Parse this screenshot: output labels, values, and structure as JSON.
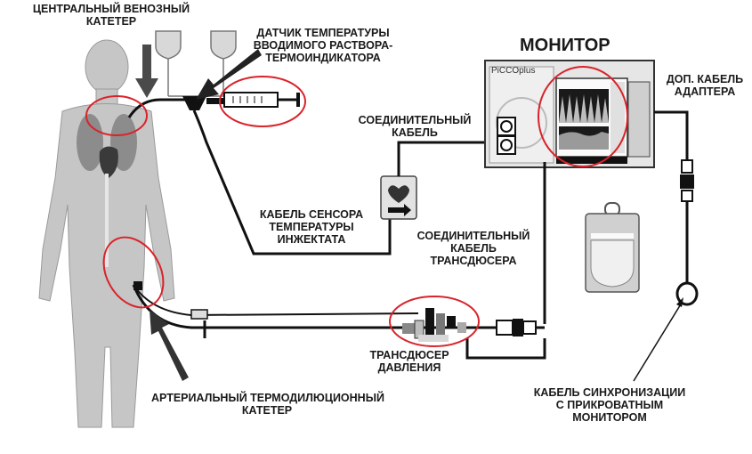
{
  "labels": {
    "cvc": [
      "ЦЕНТРАЛЬНЫЙ ВЕНОЗНЫЙ",
      "КАТЕТЕР"
    ],
    "temp_sensor": [
      "ДАТЧИК ТЕМПЕРАТУРЫ",
      "ВВОДИМОГО РАСТВОРА-",
      "ТЕРМОИНДИКАТОРА"
    ],
    "monitor": "МОНИТОР",
    "adapter_cable": [
      "ДОП. КАБЕЛЬ",
      "АДАПТЕРА"
    ],
    "connecting_cable": [
      "СОЕДИНИТЕЛЬНЫЙ",
      "КАБЕЛЬ"
    ],
    "injectate_cable": [
      "КАБЕЛЬ СЕНСОРА",
      "ТЕМПЕРАТУРЫ",
      "ИНЖЕКТАТА"
    ],
    "transducer_cable": [
      "СОЕДИНИТЕЛЬНЫЙ",
      "КАБЕЛЬ",
      "ТРАНСДЮСЕРА"
    ],
    "pressure_transducer": [
      "ТРАНСДЮСЕР",
      "ДАВЛЕНИЯ"
    ],
    "arterial_catheter": [
      "АРТЕРИАЛЬНЫЙ ТЕРМОДИЛЮЦИОННЫЙ",
      "КАТЕТЕР"
    ],
    "sync_cable": [
      "КАБЕЛЬ СИНХРОНИЗАЦИИ",
      "С ПРИКРОВАТНЫМ",
      "МОНИТОРОМ"
    ]
  },
  "monitor_brand": "PiCCOplus",
  "highlight_color": "#d9232a",
  "ink_color": "#1a1a1a",
  "body_color": "#c8c8c8"
}
